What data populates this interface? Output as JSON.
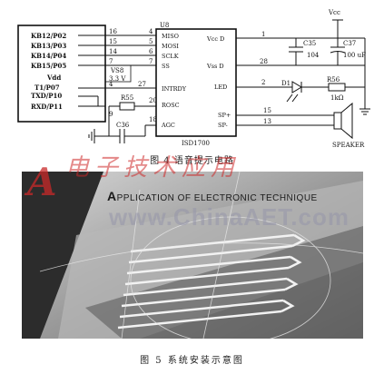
{
  "figure4": {
    "caption": "图 4  语音提示电路",
    "mcu_pins": [
      {
        "label": "KB12/P02",
        "num": "16"
      },
      {
        "label": "KB13/P03",
        "num": "15"
      },
      {
        "label": "KB14/P04",
        "num": "14"
      },
      {
        "label": "KB15/P05",
        "num": "7"
      },
      {
        "label": "Vdd",
        "num": ""
      },
      {
        "label": "T1/P07",
        "num": "4"
      },
      {
        "label": "TXD/P10",
        "num": ""
      },
      {
        "label": "RXD/P11",
        "num": "9"
      }
    ],
    "chip": {
      "ref": "U8",
      "name": "ISD1700",
      "left_pins": [
        {
          "num": "4",
          "label": "MISO"
        },
        {
          "num": "5",
          "label": "MOSI"
        },
        {
          "num": "6",
          "label": "SCLK"
        },
        {
          "num": "7",
          "label": "SS"
        },
        {
          "num": "27",
          "label": "INTRDY"
        },
        {
          "num": "20",
          "label": "ROSC"
        },
        {
          "num": "18",
          "label": "AGC"
        }
      ],
      "right_pins": [
        {
          "num": "1",
          "label": "Vcc D"
        },
        {
          "num": "28",
          "label": "Vss D"
        },
        {
          "num": "2",
          "label": "LED"
        },
        {
          "num": "15",
          "label": "SP+"
        },
        {
          "num": "13",
          "label": "SP-"
        }
      ]
    },
    "components": {
      "vcc": "Vcc",
      "c35": "C35",
      "c35_val": "104",
      "c37": "C37",
      "c37_val": "100 uF",
      "d1": "D1",
      "r56": "R56",
      "r56_val": "1kΩ",
      "r55": "R55",
      "c36": "C36",
      "speaker": "SPEAKER",
      "vs8": "VS8",
      "v33": "3.3 V"
    }
  },
  "watermark": {
    "logo": "A",
    "title": "电子技术应用",
    "subtitle_first": "A",
    "subtitle_rest": "PPLICATION OF ELECTRONIC TECHNIQUE",
    "url": "www.ChinaAET.com"
  },
  "figure5": {
    "caption": "图 5  系统安装示意图"
  }
}
